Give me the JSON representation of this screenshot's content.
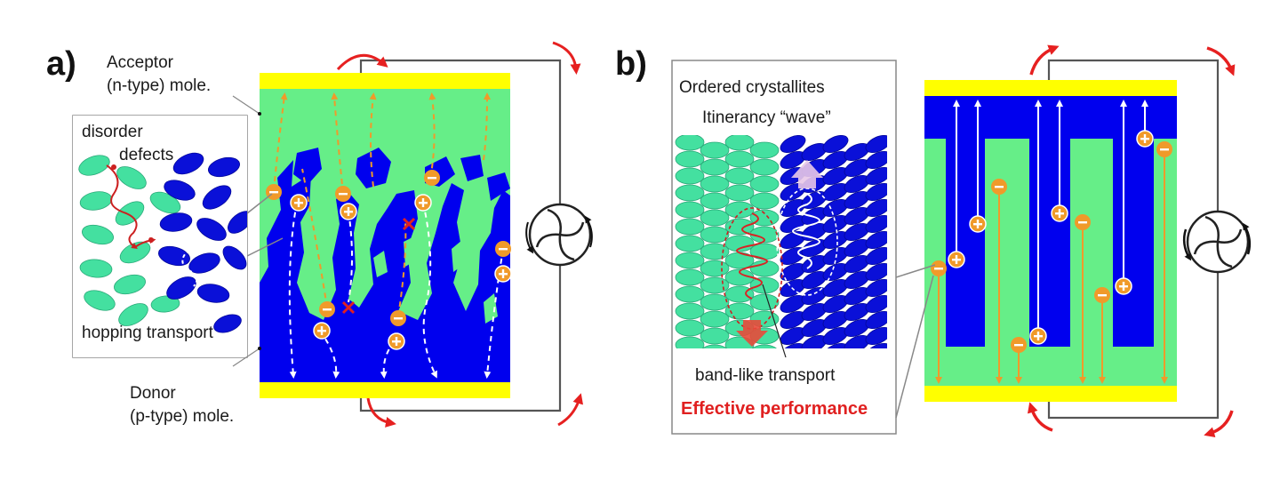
{
  "panel_a": {
    "letter": "a)",
    "acceptor_label_1": "Acceptor",
    "acceptor_label_2": "(n-type) mole.",
    "disorder_label": "disorder",
    "defects_label": "defects",
    "hopping_label": "hopping transport",
    "donor_label_1": "Donor",
    "donor_label_2": "(p-type) mole."
  },
  "panel_b": {
    "letter": "b)",
    "crystallites_label": "Ordered crystallites",
    "itinerancy_label": "Itinerancy “wave”",
    "bandlike_label": "band-like transport",
    "performance_label": "Effective performance"
  },
  "symbols": {
    "plus": "+",
    "minus": "−"
  },
  "colors": {
    "acceptor_green": "#66ee88",
    "donor_blue": "#0000ee",
    "electrode_yellow": "#ffff00",
    "electron_orange": "#f09a2a",
    "arrow_red": "#e62020",
    "highlight_red": "#e02020"
  },
  "icons": [
    "load-fan-icon",
    "circuit-current-arrow-icon"
  ]
}
